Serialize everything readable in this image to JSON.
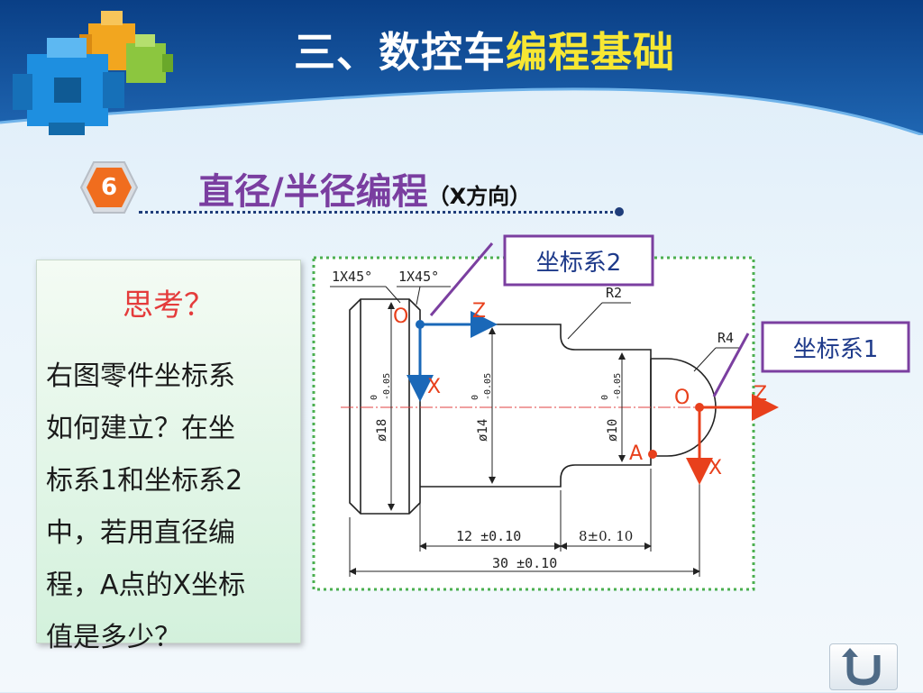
{
  "header": {
    "title_part1": "三、数控车",
    "title_part2": "编程基础"
  },
  "section": {
    "number": "6",
    "title": "直径/半径编程",
    "subtitle": "（X方向）"
  },
  "question": {
    "heading": "思考？",
    "lines": [
      "右图零件坐标系",
      "如何建立？在坐",
      "标系1和坐标系2",
      "中，若用直径编",
      "程，A点的X坐标",
      "值是多少？"
    ]
  },
  "diagram": {
    "callout_cs2": "坐标系2",
    "callout_cs1": "坐标系1",
    "chamfer_left": "1X45°",
    "chamfer_right": "1X45°",
    "radius_r2": "R2",
    "radius_r4": "R4",
    "dia_18": "ø18",
    "dia_14": "ø14",
    "dia_10": "ø10",
    "tol_upper": "0",
    "tol_lower": "-0.05",
    "len_12": "12 ±0.10",
    "len_8": "8±0. 10",
    "len_30": "30 ±0.10",
    "axis_o": "O",
    "axis_z": "Z",
    "axis_x": "X",
    "point_a": "A"
  },
  "colors": {
    "blue_axis": "#1a68b8",
    "red_axis": "#e8401c",
    "callout_border": "#7b3fa0",
    "frame_green": "#4caf50"
  },
  "icons": {
    "nav": "return-arrow-icon",
    "decor": "puzzle-cubes-icon"
  }
}
